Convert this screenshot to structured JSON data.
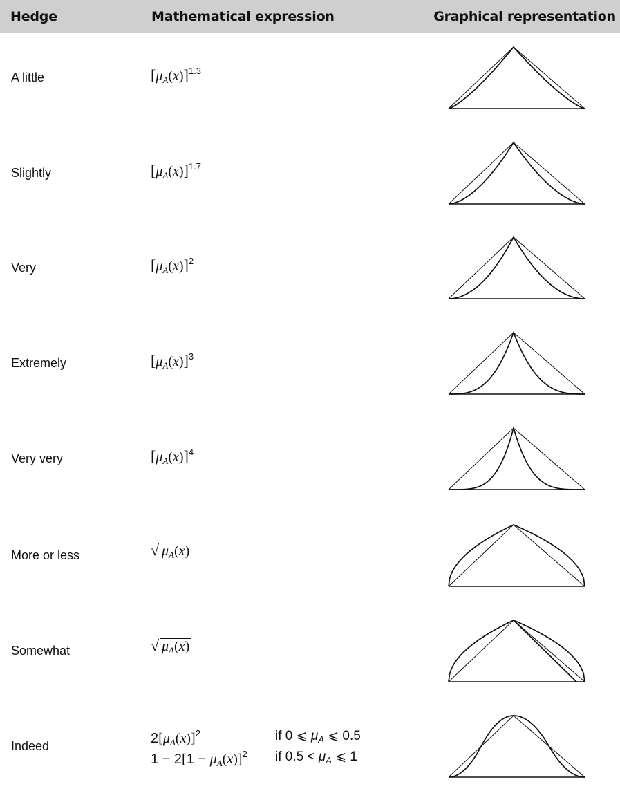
{
  "header": {
    "col_hedge": "Hedge",
    "col_expression": "Mathematical expression",
    "col_graph": "Graphical representation"
  },
  "rows": [
    {
      "hedge": "A little",
      "exponent": "1.3",
      "form": "power"
    },
    {
      "hedge": "Slightly",
      "exponent": "1.7",
      "form": "power"
    },
    {
      "hedge": "Very",
      "exponent": "2",
      "form": "power"
    },
    {
      "hedge": "Extremely",
      "exponent": "3",
      "form": "power"
    },
    {
      "hedge": "Very very",
      "exponent": "4",
      "form": "power"
    },
    {
      "hedge": "More or less",
      "exponent": "0.5",
      "form": "sqrt"
    },
    {
      "hedge": "Somewhat",
      "exponent": "0.5",
      "form": "sqrt"
    },
    {
      "hedge": "Indeed",
      "form": "piecewise",
      "expr_line1": "2[μA(x)]2",
      "cond_line1": "if 0 ⩽ μA ⩽ 0.5",
      "expr_line2": "1 − 2[1 − μA(x)]2",
      "cond_line2": "if 0.5 < μA ⩽ 1"
    }
  ],
  "symbols": {
    "mu": "μ",
    "sub": "A",
    "x": "x",
    "lb": "[",
    "rb": "]",
    "lp": "(",
    "rp": ")",
    "radical": "√",
    "two": "2",
    "one_minus_two": "1 − 2",
    "one_minus": "1 − ",
    "cond1_pre": "if 0 ⩽ ",
    "cond1_post": " ⩽ 0.5",
    "cond2_pre": "if 0.5 < ",
    "cond2_post": " ⩽ 1"
  }
}
